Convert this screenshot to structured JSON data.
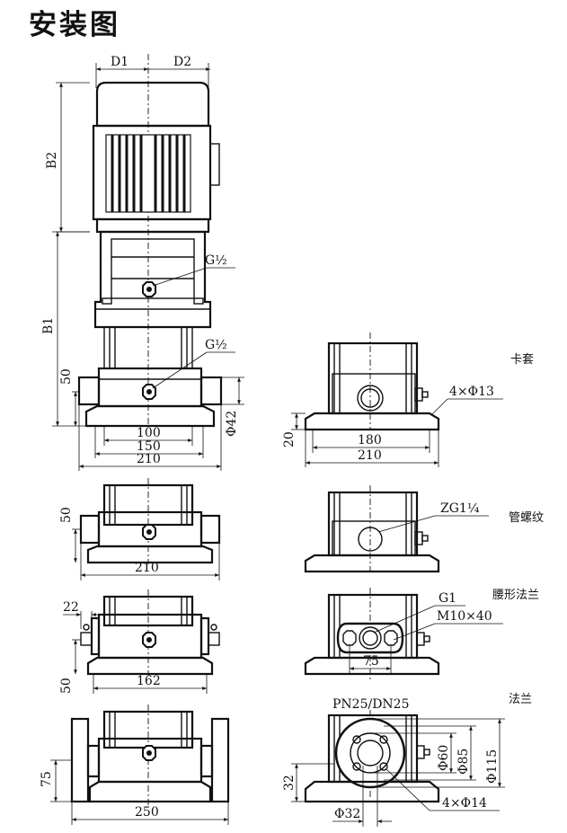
{
  "title": "安装图",
  "main_view": {
    "D1": "D1",
    "D2": "D2",
    "B2": "B2",
    "B1": "B1",
    "port_upper": "G½",
    "port_lower": "G½",
    "h50": "50",
    "phi42": "Φ42",
    "w100": "100",
    "w150": "150",
    "w210": "210"
  },
  "clamp_view": {
    "type_label": "卡套",
    "holes": "4×Φ13",
    "h20": "20",
    "w180": "180",
    "w210": "210"
  },
  "thread_view": {
    "type_label": "管螺纹",
    "thread": "ZG1¼",
    "h50": "50",
    "w210": "210"
  },
  "oval_view": {
    "type_label": "腰形法兰",
    "port": "G1",
    "bolt": "M10×40",
    "w75": "75",
    "d22": "22",
    "h50": "50",
    "w162": "162"
  },
  "flange_view": {
    "type_label": "法兰",
    "spec": "PN25/DN25",
    "phi60": "Φ60",
    "phi85": "Φ85",
    "phi115": "Φ115",
    "h32": "32",
    "phi32": "Φ32",
    "holes": "4×Φ14",
    "h75": "75",
    "w250": "250"
  }
}
